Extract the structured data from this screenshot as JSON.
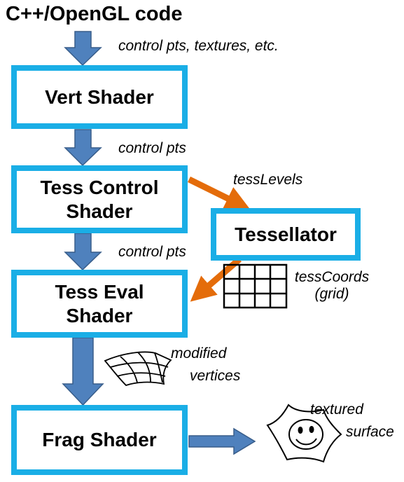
{
  "title": "C++/OpenGL code",
  "stages": {
    "vert": "Vert Shader",
    "tess_control": "Tess Control Shader",
    "tessellator": "Tessellator",
    "tess_eval": "Tess Eval Shader",
    "frag": "Frag Shader"
  },
  "labels": {
    "inputs": "control pts, textures, etc.",
    "control_pts_1": "control pts",
    "control_pts_2": "control pts",
    "tess_levels": "tessLevels",
    "tess_coords": "tessCoords",
    "tess_coords_grid": "(grid)",
    "modified": "modified",
    "vertices": "vertices",
    "textured": "textured",
    "surface": "surface"
  },
  "colors": {
    "box_border": "#1aaee6",
    "flow_arrow": "#4f81bd",
    "flow_arrow_stroke": "#385d8a",
    "orange_arrow": "#e46c0a"
  },
  "icons": [
    "grid-icon",
    "warped-mesh-icon",
    "smiley-surface-icon"
  ]
}
